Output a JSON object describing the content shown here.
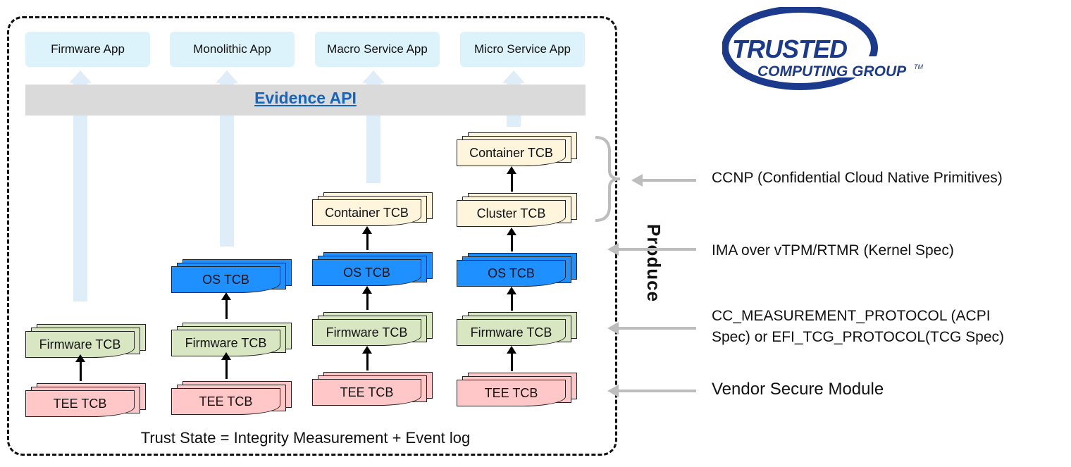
{
  "apps": [
    "Firmware App",
    "Monolithic App",
    "Macro Service App",
    "Micro Service App"
  ],
  "evidence_api": "Evidence API",
  "columns": [
    {
      "name": "firmware-app",
      "layers": [
        "TEE TCB",
        "Firmware TCB"
      ]
    },
    {
      "name": "monolithic-app",
      "layers": [
        "TEE TCB",
        "Firmware TCB",
        "OS TCB"
      ]
    },
    {
      "name": "macro-service-app",
      "layers": [
        "TEE TCB",
        "Firmware TCB",
        "OS TCB",
        "Container TCB"
      ]
    },
    {
      "name": "micro-service-app",
      "layers": [
        "TEE TCB",
        "Firmware TCB",
        "OS TCB",
        "Cluster TCB",
        "Container TCB"
      ]
    }
  ],
  "trust_state": "Trust State = Integrity Measurement + Event log",
  "produce": "Produce",
  "specs": {
    "ccnp": "CCNP (Confidential Cloud Native Primitives)",
    "ima": "IMA over vTPM/RTMR (Kernel Spec)",
    "cc_line1": "CC_MEASUREMENT_PROTOCOL (ACPI",
    "cc_line2": "Spec) or EFI_TCG_PROTOCOL(TCG Spec)",
    "vendor": "Vendor Secure Module"
  },
  "logo": {
    "line1": "TRUSTED",
    "line2": "COMPUTING GROUP",
    "tm": "TM",
    "color": "#1b3a8c"
  }
}
